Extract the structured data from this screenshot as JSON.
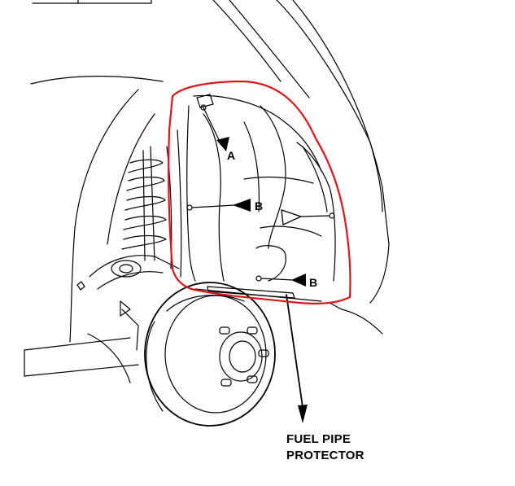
{
  "callouts": {
    "a_top": "A",
    "b_left": "B",
    "b_bottom": "B"
  },
  "caption": {
    "line1": "FUEL PIPE",
    "line2": "PROTECTOR"
  },
  "colors": {
    "highlight": "#e0151b",
    "line": "#000000",
    "background": "#ffffff"
  }
}
